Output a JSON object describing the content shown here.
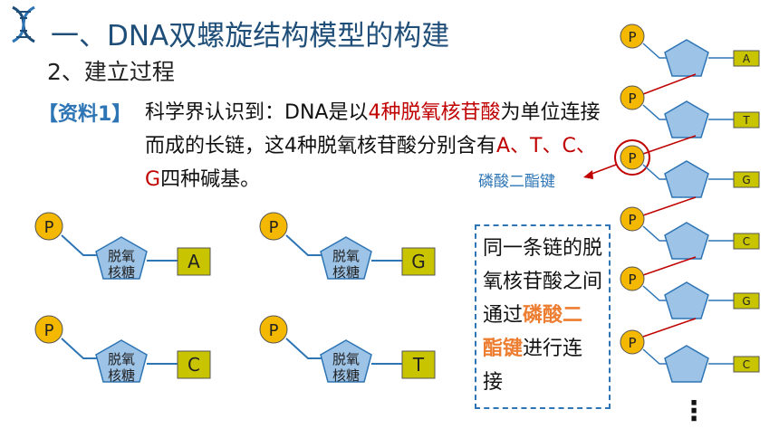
{
  "header": {
    "title": "一、DNA双螺旋结构模型的构建",
    "subtitle": "2、建立过程"
  },
  "material": {
    "tag": "【资料1】",
    "text_1": "科学界认识到：DNA是以",
    "highlight_1": "4种脱氧核苷酸",
    "text_2": "为单位连接而成的长链，这4种脱氧核苷酸分别含有",
    "highlight_2": "A、T、C、G",
    "text_3": "四种碱基。"
  },
  "nucleotides": [
    {
      "phosphate": "P",
      "sugar_line1": "脱氧",
      "sugar_line2": "核糖",
      "base": "A"
    },
    {
      "phosphate": "P",
      "sugar_line1": "脱氧",
      "sugar_line2": "核糖",
      "base": "G"
    },
    {
      "phosphate": "P",
      "sugar_line1": "脱氧",
      "sugar_line2": "核糖",
      "base": "C"
    },
    {
      "phosphate": "P",
      "sugar_line1": "脱氧",
      "sugar_line2": "核糖",
      "base": "T"
    }
  ],
  "callout": {
    "text_1": "同一条链的脱氧核苷酸之间通过",
    "highlight": "磷酸二酯键",
    "text_2": "进行连接"
  },
  "chain": {
    "bond_label": "磷酸二酯键",
    "units": [
      {
        "phosphate": "P",
        "base": "A"
      },
      {
        "phosphate": "P",
        "base": "T"
      },
      {
        "phosphate": "P",
        "base": "G"
      },
      {
        "phosphate": "P",
        "base": "C"
      },
      {
        "phosphate": "P",
        "base": "G"
      },
      {
        "phosphate": "P",
        "base": "C"
      }
    ],
    "continuation": "⋮"
  },
  "colors": {
    "title": "#1f4e79",
    "tag": "#2e75b6",
    "highlight_red": "#c00000",
    "highlight_orange": "#ed7d31",
    "phosphate_fill": "#f5b800",
    "sugar_fill": "#9dc3e6",
    "base_fill": "#c9c400",
    "bond": "#c00000"
  }
}
